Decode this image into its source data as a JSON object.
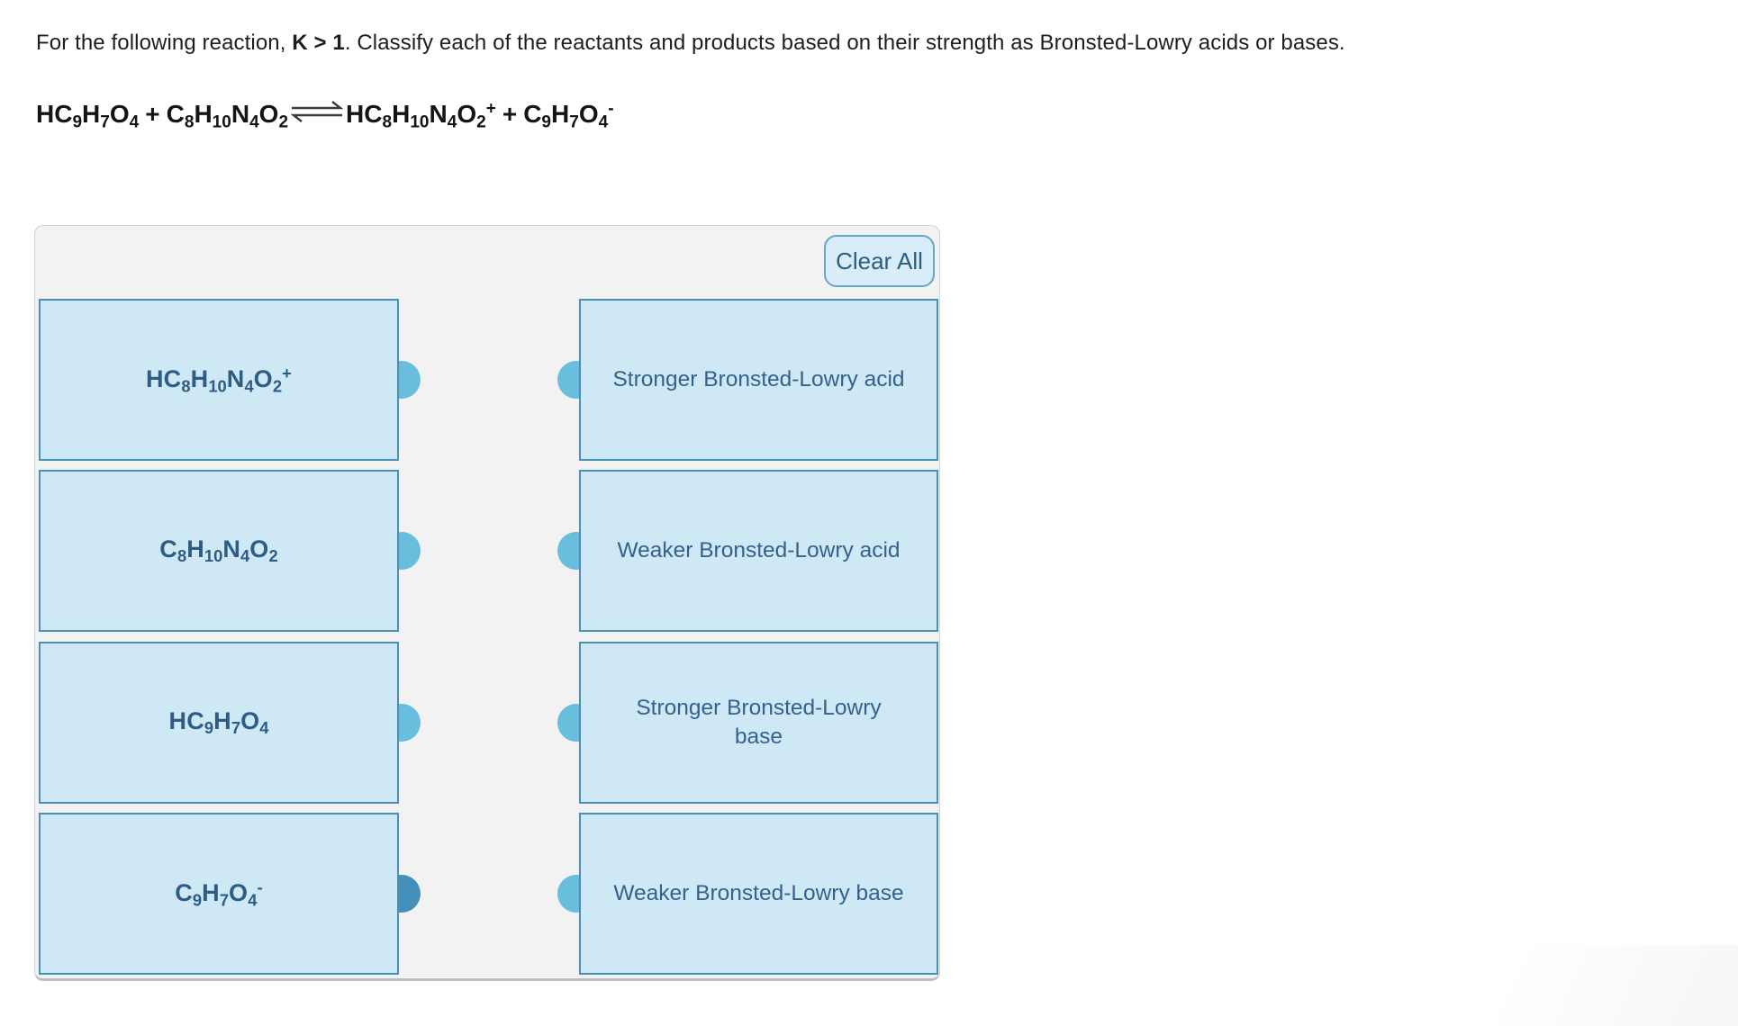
{
  "question": {
    "prefix": "For the following reaction, ",
    "k_statement": "K > 1",
    "suffix": ". Classify each of the reactants and products based on their strength as Bronsted-Lowry acids or bases."
  },
  "equation": {
    "reactant1": "HC_9H_7O_4",
    "plus1": "+",
    "reactant2": "C_8H_10N_4O_2",
    "equilibrium_icon": "equilibrium-arrows",
    "product1": "HC_8H_10N_4O_2^+",
    "plus2": "+",
    "product2": "C_9H_7O_4^-"
  },
  "panel": {
    "clear_all_label": "Clear All",
    "rows": [
      {
        "formula": "HC_8H_10N_4O_2^+",
        "label": "Stronger Bronsted-Lowry acid",
        "left_dot_color": "#69bede",
        "right_dot_color": "#69bede"
      },
      {
        "formula": "C_8H_10N_4O_2",
        "label": "Weaker Bronsted-Lowry acid",
        "left_dot_color": "#69bede",
        "right_dot_color": "#69bede"
      },
      {
        "formula": "HC_9H_7O_4",
        "label": "Stronger Bronsted-Lowry\nbase",
        "left_dot_color": "#69bede",
        "right_dot_color": "#69bede"
      },
      {
        "formula": "C_9H_7O_4^-",
        "label": "Weaker Bronsted-Lowry base",
        "left_dot_color": "#4590ba",
        "right_dot_color": "#69bede"
      }
    ]
  },
  "colors": {
    "card_background": "#cfe8f6",
    "card_border": "#4a8fb5",
    "panel_background": "#f2f2f3",
    "dot_normal": "#69bede",
    "dot_active": "#4590ba",
    "button_background": "#d9edf8",
    "button_border": "#68a5c8",
    "text_dark_blue": "#2d5c84"
  }
}
